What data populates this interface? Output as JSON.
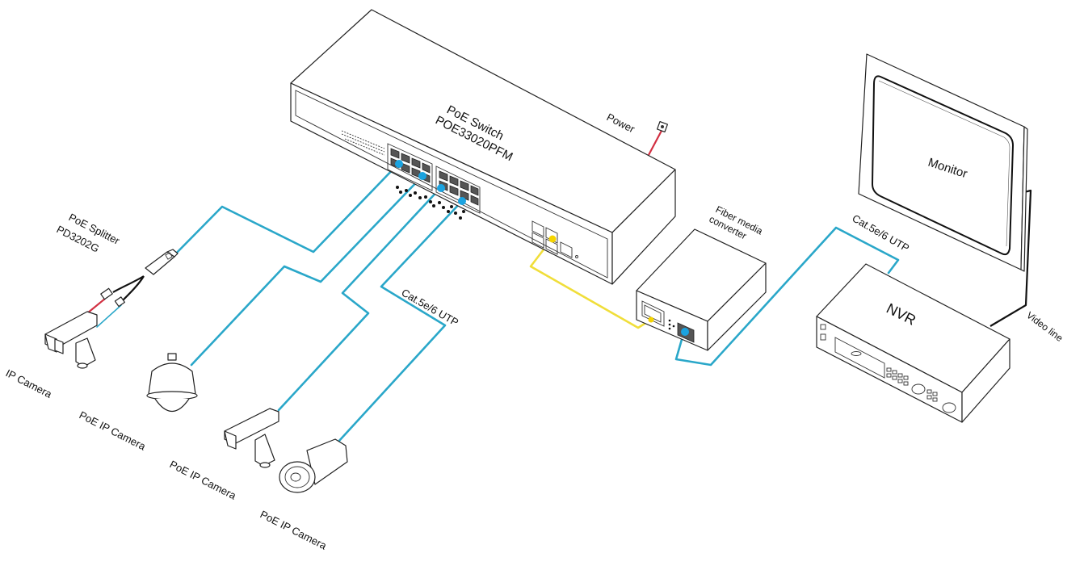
{
  "diagram": {
    "type": "network-topology",
    "nodes": {
      "poe_switch": {
        "label_line1": "PoE  Switch",
        "label_line2": "POE33020PFM"
      },
      "power": {
        "label": "Power"
      },
      "poe_splitter": {
        "label_line1": "PoE Splitter",
        "label_line2": "PD3202G"
      },
      "fiber_media_converter": {
        "label_line1": "Fiber  media",
        "label_line2": "converter"
      },
      "monitor": {
        "label": "Monitor"
      },
      "nvr": {
        "label": "NVR"
      },
      "cameras": [
        {
          "label": "IP Camera"
        },
        {
          "label": "PoE  IP Camera"
        },
        {
          "label": "PoE IP  Camera"
        },
        {
          "label": "PoE IP  Camera"
        }
      ]
    },
    "cables": {
      "cat_utp_left": {
        "label": "Cat.5e/6 UTP"
      },
      "cat_utp_right": {
        "label": "Cat.5e/6 UTP"
      },
      "video_line": {
        "label": "Video line"
      }
    },
    "colors": {
      "utp_cable": "#2aa7c9",
      "fiber_cable": "#f0de3a",
      "power_cable": "#d23042",
      "video_cable": "#111111",
      "port_plug": "#1ba3e0"
    }
  }
}
